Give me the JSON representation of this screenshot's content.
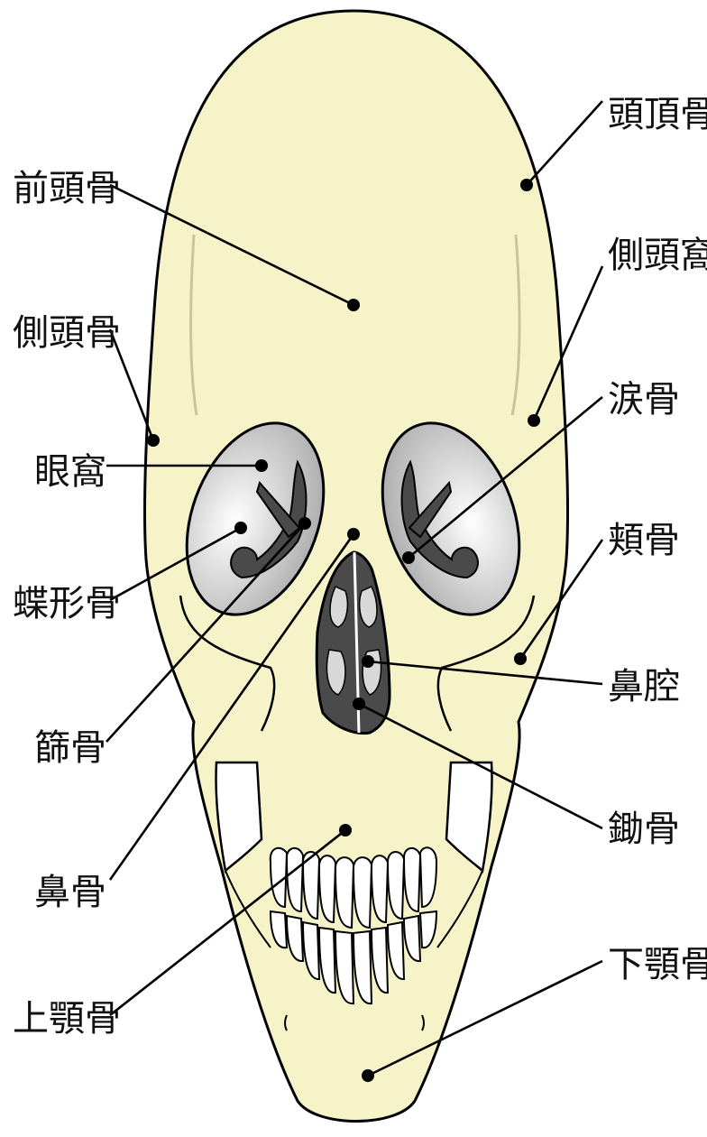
{
  "labels": {
    "parietal": "頭頂骨",
    "frontal": "前頭骨",
    "temporal_fossa": "側頭窩",
    "temporal": "側頭骨",
    "lacrimal": "涙骨",
    "orbit": "眼窩",
    "zygomatic": "頬骨",
    "sphenoid": "蝶形骨",
    "nasal_cavity": "鼻腔",
    "ethmoid": "篩骨",
    "vomer": "鋤骨",
    "nasal": "鼻骨",
    "mandible": "下顎骨",
    "maxilla": "上顎骨"
  },
  "colors": {
    "bone": "#f7f3c8",
    "outline": "#000000",
    "orbit_fill": "#d8d8d8",
    "dark": "#4a4a4a"
  }
}
